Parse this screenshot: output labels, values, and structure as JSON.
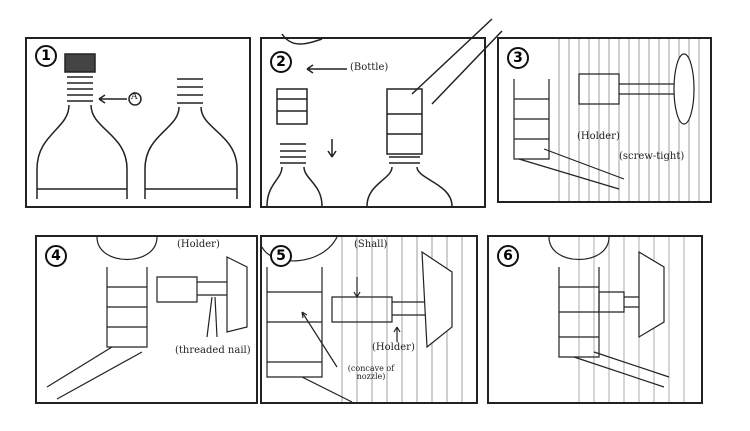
{
  "steps": [
    {
      "number": "1",
      "labels": {
        "marker": "A"
      }
    },
    {
      "number": "2",
      "labels": {
        "bottle": "(Bottle)"
      }
    },
    {
      "number": "3",
      "labels": {
        "holder": "(Holder)",
        "screw": "(screw-tight)"
      }
    },
    {
      "number": "4",
      "labels": {
        "holder": "(Holder)",
        "nail": "(threaded nail)"
      }
    },
    {
      "number": "5",
      "labels": {
        "shall": "(Shall)",
        "holder": "(Holder)",
        "concave": "(concave of nozzle)"
      }
    },
    {
      "number": "6",
      "labels": {}
    }
  ]
}
